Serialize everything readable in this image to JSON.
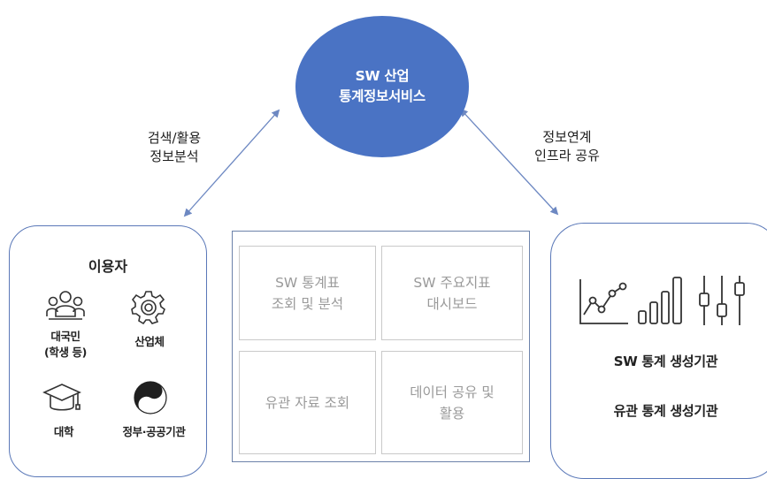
{
  "hub": {
    "line1": "SW 산업",
    "line2": "통계정보서비스"
  },
  "edges": {
    "left": {
      "line1": "검색/활용",
      "line2": "정보분석"
    },
    "right": {
      "line1": "정보연계",
      "line2": "인프라 공유"
    }
  },
  "users": {
    "title": "이용자",
    "items": [
      {
        "label_line1": "대국민",
        "label_line2": "(학생 등)",
        "icon": "people-group-icon"
      },
      {
        "label_line1": "산업체",
        "label_line2": "",
        "icon": "gear-icon"
      },
      {
        "label_line1": "대학",
        "label_line2": "",
        "icon": "graduation-cap-icon"
      },
      {
        "label_line1": "정부·공공기관",
        "label_line2": "",
        "icon": "taegeuk-emblem-icon"
      }
    ]
  },
  "services": [
    {
      "line1": "SW 통계표",
      "line2": "조회 및 분석"
    },
    {
      "line1": "SW 주요지표",
      "line2": "대시보드"
    },
    {
      "line1": "유관 자료 조회",
      "line2": ""
    },
    {
      "line1": "데이터 공유 및",
      "line2": "활용"
    }
  ],
  "orgs": {
    "icons": [
      "line-chart-icon",
      "bar-chart-icon",
      "slider-controls-icon"
    ],
    "items": [
      {
        "label": "SW 통계 생성기관"
      },
      {
        "label": "유관 통계 생성기관"
      }
    ]
  },
  "colors": {
    "hub": "#4a73c4",
    "box_border": "#5a78b8",
    "arrow": "#6d88c2",
    "service_text": "#9a9a9a"
  }
}
